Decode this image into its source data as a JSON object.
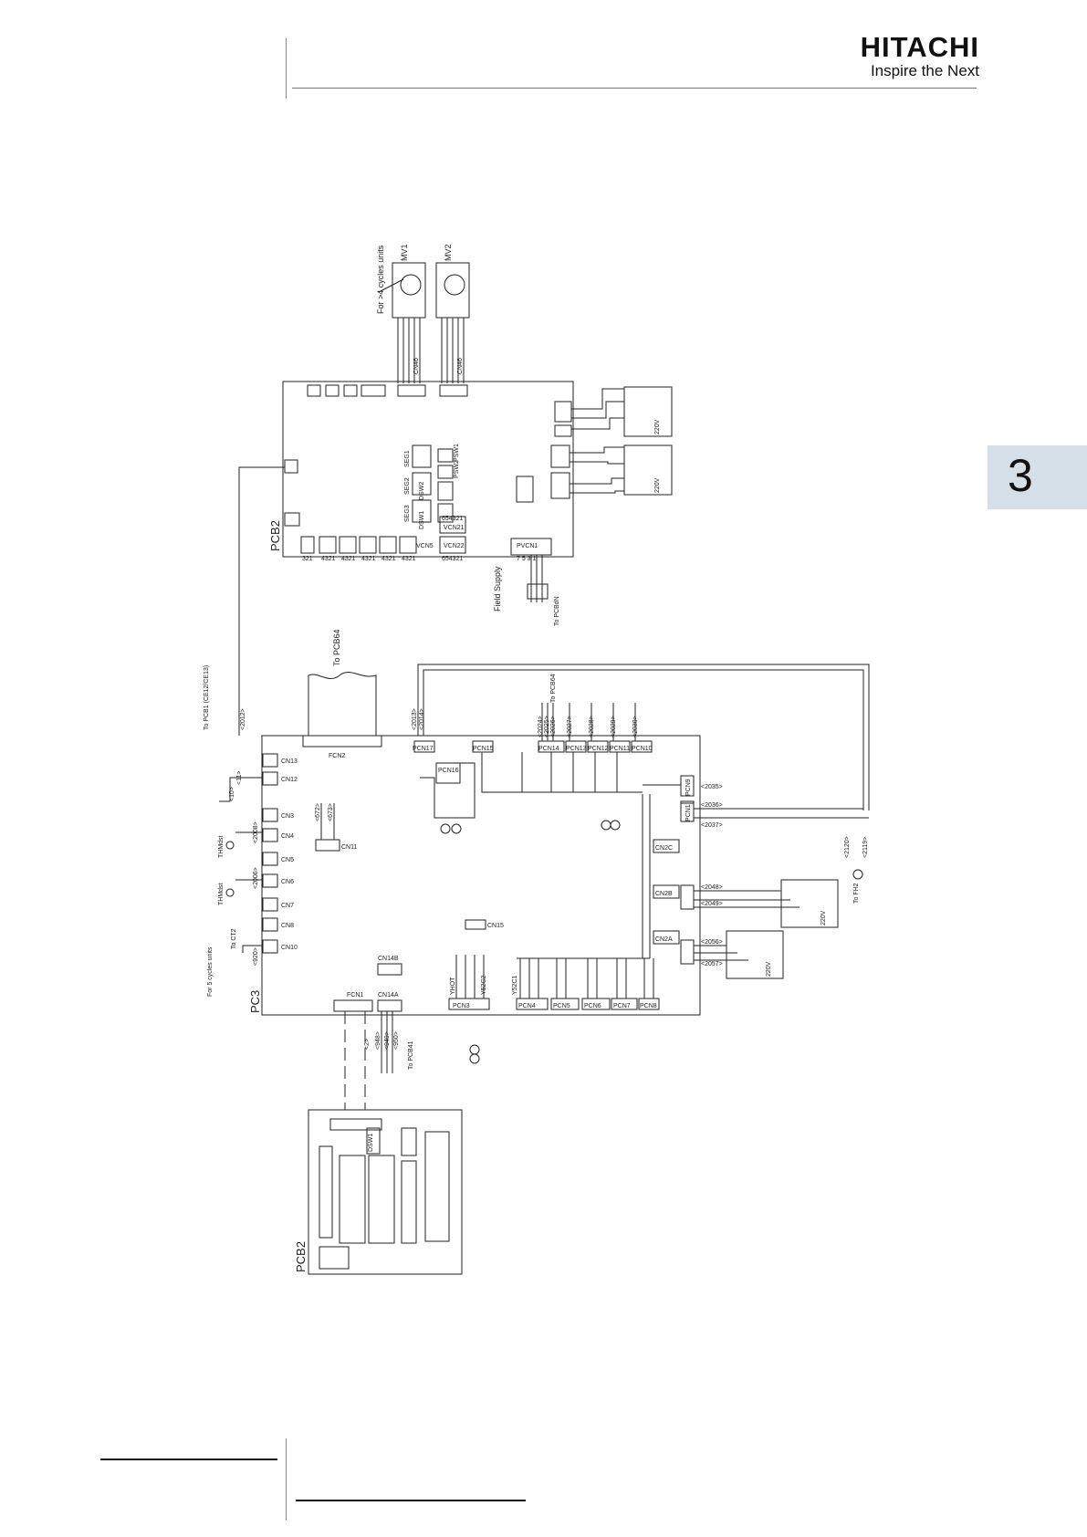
{
  "header": {
    "brand": "HITACHI",
    "tagline": "Inspire the Next"
  },
  "chapter_tab": "3",
  "diagram": {
    "boards": {
      "pcb2": "PCB2",
      "pc3": "PC3",
      "pcb_bottom": "PCB2"
    },
    "motors": [
      {
        "name": "MV1",
        "conn": "CN46"
      },
      {
        "name": "MV2",
        "conn": "CN46"
      }
    ],
    "note_motors": "For >4 cycles units",
    "note_5cycle": "For 5 cycles units",
    "pcb2_conns": [
      "VCN21",
      "VCN22",
      "VCN5",
      "PVCN1",
      "DSW1",
      "DSW2",
      "PSW1",
      "PSW2",
      "SEG1",
      "SEG2",
      "SEG3"
    ],
    "pcb2_bottom_nums": [
      "321",
      "4321",
      "4321",
      "4321",
      "4321",
      "4321",
      "654321",
      "654321",
      "7 5 3 1"
    ],
    "field_supply": "Field Supply",
    "to_pcbdn": "To PCBdN",
    "to_pcb64_top": "To PCB64",
    "to_pcb64_mid": "To PCB64",
    "to_pcb41": "To PCB41",
    "to_ct2": "To CT2",
    "to_pcb1": "To PCB1 (CE12/CE13)",
    "to_fh2": "To FH2",
    "fcn2": "FCN2",
    "fcn1": "FCN1",
    "pcn_top": [
      "PCN17",
      "PCN15",
      "PCN16",
      "PCN14",
      "PCN13",
      "PCN12",
      "PCN11",
      "PCN10",
      "PCN9"
    ],
    "pcn_right": [
      "PCN1",
      "CN2C",
      "CN2B",
      "CN2A"
    ],
    "pcn_bottom": [
      "PCN3",
      "PCN4",
      "PCN5",
      "PCN6",
      "PCN7",
      "PCN8"
    ],
    "cn_left": [
      "CN13",
      "CN12",
      "CN3",
      "CN4",
      "CN5",
      "CN6",
      "CN7",
      "CN8",
      "CN10"
    ],
    "cn_misc": [
      "CN11",
      "CN15",
      "CN14B",
      "CN14A"
    ],
    "thermistors": [
      "THMdst",
      "THMdst"
    ],
    "wire_codes_left": [
      "<2012>",
      "<10>",
      "<11>",
      "<2008>",
      "<2006>",
      "<920>",
      "<672>",
      "<673>"
    ],
    "wire_codes_top": [
      "<2013>",
      "<2014>",
      "<2024>",
      "<2025>",
      "<2026>",
      "<2027>",
      "<2028>",
      "<2029>",
      "<2030>",
      "<2035>"
    ],
    "wire_codes_right": [
      "<2036>",
      "<2037>",
      "<2048>",
      "<2049>",
      "<2056>",
      "<2057>",
      "<2120>",
      "<2119>"
    ],
    "wire_codes_bottom": [
      "<2>",
      "<948>",
      "<949>",
      "<950>"
    ],
    "bottom_labels": [
      "YHOT",
      "Y52C1",
      "Y52C2"
    ],
    "voltage": "220V",
    "dsw": "DSW1"
  }
}
